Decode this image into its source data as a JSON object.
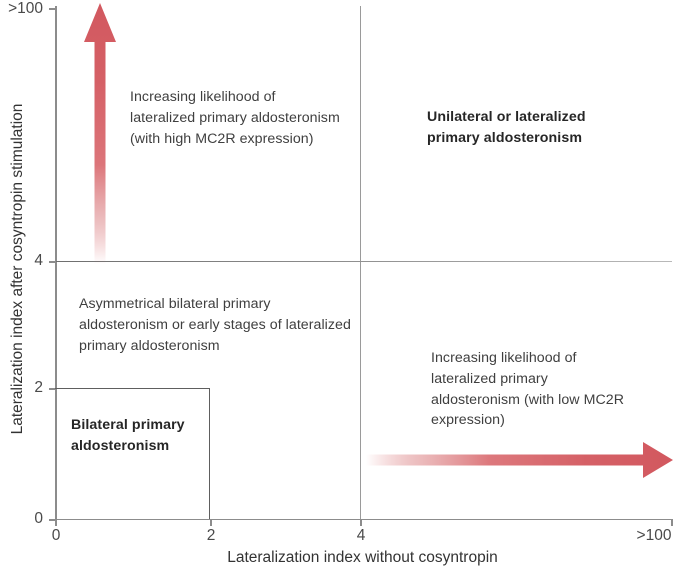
{
  "chart_data": {
    "type": "scatter",
    "title": "",
    "xlabel": "Lateralization index without cosyntropin",
    "ylabel": "Lateralization index after cosyntropin stimulation",
    "x_ticks": [
      "0",
      "2",
      "4",
      ">100"
    ],
    "y_ticks": [
      "0",
      "2",
      "4",
      ">100"
    ],
    "xlim": [
      0,
      100
    ],
    "ylim": [
      0,
      100
    ],
    "grid": false,
    "legend": "none",
    "quadrant_dividers": {
      "x": 4,
      "y": 4
    },
    "regions": [
      {
        "name": "bilateral-primary-aldosteronism",
        "label": "Bilateral primary aldosteronism",
        "x_range": [
          0,
          2
        ],
        "y_range": [
          0,
          2
        ],
        "bold": true,
        "boxed": true
      },
      {
        "name": "asymmetrical-bilateral",
        "label": "Asymmetrical bilateral primary aldosteronism or early stages of lateralized primary aldosteronism",
        "x_range": [
          0,
          4
        ],
        "y_range": [
          0,
          4
        ],
        "bold": false,
        "boxed": false
      },
      {
        "name": "unilateral-or-lateralized",
        "label": "Unilateral or lateralized primary aldosteronism",
        "x_range": [
          4,
          100
        ],
        "y_range": [
          4,
          100
        ],
        "bold": true,
        "boxed": false
      },
      {
        "name": "high-mc2r-trend",
        "label": "Increasing likelihood of lateralized primary aldosteronism (with high MC2R expression)",
        "x_range": [
          0,
          4
        ],
        "y_range": [
          4,
          100
        ],
        "bold": false,
        "boxed": false
      },
      {
        "name": "low-mc2r-trend",
        "label": "Increasing likelihood of lateralized primary aldosteronism (with low MC2R expression)",
        "x_range": [
          4,
          100
        ],
        "y_range": [
          0,
          4
        ],
        "bold": false,
        "boxed": false
      }
    ],
    "arrows": [
      {
        "name": "vertical-trend-arrow",
        "direction": "up",
        "x": 0.6,
        "y_from": 4,
        "y_to": 100,
        "color": "#d96a6e"
      },
      {
        "name": "horizontal-trend-arrow",
        "direction": "right",
        "y": 1,
        "x_from": 4,
        "x_to": 100,
        "color": "#d96a6e"
      }
    ]
  },
  "axes": {
    "x_title": "Lateralization index without cosyntropin",
    "y_title": "Lateralization index after cosyntropin stimulation",
    "x_ticks": [
      {
        "label": "0",
        "pos": 55
      },
      {
        "label": "2",
        "pos": 210
      },
      {
        "label": "4",
        "pos": 360
      },
      {
        "label": ">100",
        "pos": 672
      }
    ],
    "y_ticks": [
      {
        "label": "0",
        "pos": 519
      },
      {
        "label": "2",
        "pos": 388
      },
      {
        "label": "4",
        "pos": 261
      },
      {
        "label": ">100",
        "pos": 8
      }
    ]
  },
  "annotations": {
    "top_left": "Increasing likelihood of lateralized primary aldosteronism (with high MC2R expression)",
    "top_right": "Unilateral or lateralized primary aldosteronism",
    "mid_left": "Asymmetrical bilateral primary aldosteronism or early stages of lateralized primary aldosteronism",
    "bottom_right": "Increasing likelihood of lateralized primary aldosteronism (with low MC2R expression)",
    "box_label": "Bilateral primary aldosteronism"
  },
  "colors": {
    "arrow": "#d96a6e",
    "arrow_dark": "#d25b62",
    "axis": "#8c8c8c",
    "divider": "#8d8d8d",
    "box_border": "#5e5e5e",
    "text": "#3f3f3f",
    "text_bold": "#262626",
    "background": "#ffffff"
  }
}
